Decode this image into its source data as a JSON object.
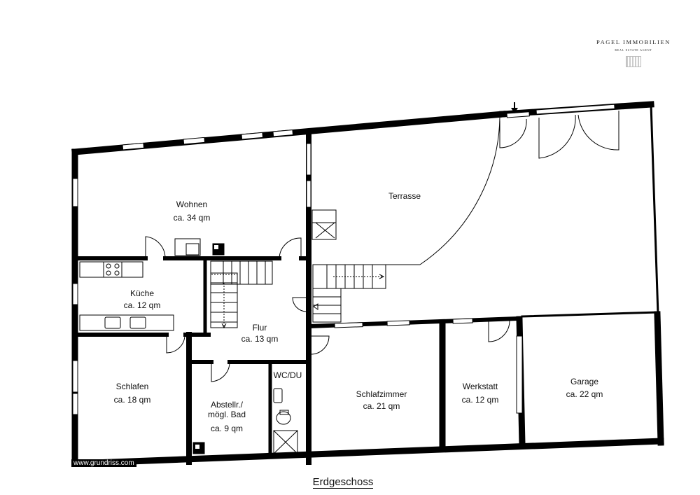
{
  "brand": {
    "name": "PAGEL IMMOBILIEN",
    "tagline": "REAL ESTATE AGENT",
    "logo_icon": "house-emblem-icon"
  },
  "watermark": "www.grundriss.com",
  "floor_label": "Erdgeschoss",
  "rooms": {
    "wohnen": {
      "name": "Wohnen",
      "area": "ca. 34 qm"
    },
    "terrasse": {
      "name": "Terrasse"
    },
    "kueche": {
      "name": "Küche",
      "area": "ca. 12 qm"
    },
    "flur": {
      "name": "Flur",
      "area": "ca. 13 qm"
    },
    "schlafen": {
      "name": "Schlafen",
      "area": "ca. 18 qm"
    },
    "abstell": {
      "name_line1": "Abstellr./",
      "name_line2": "mögl. Bad",
      "area": "ca. 9 qm"
    },
    "wcdu": {
      "name": "WC/DU"
    },
    "schlafzimmer": {
      "name": "Schlafzimmer",
      "area": "ca. 21 qm"
    },
    "werkstatt": {
      "name": "Werkstatt",
      "area": "ca. 12 qm"
    },
    "garage": {
      "name": "Garage",
      "area": "ca. 22 qm"
    }
  },
  "entrance_icon": "entrance-arrow-icon"
}
